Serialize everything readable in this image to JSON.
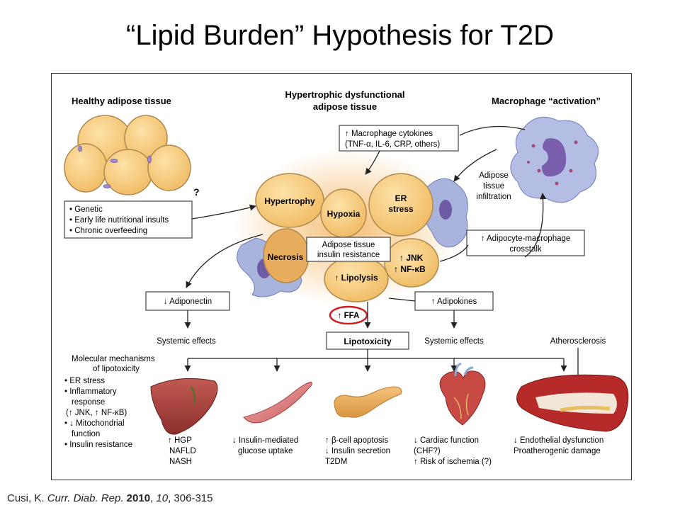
{
  "slide": {
    "title": "“Lipid Burden” Hypothesis for T2D"
  },
  "diagram": {
    "sections": {
      "healthy": "Healthy adipose tissue",
      "hyper_line1": "Hypertrophic dysfunctional",
      "hyper_line2": "adipose tissue",
      "macro": "Macrophage “activation”"
    },
    "question_mark": "?",
    "risk_factors": [
      "• Genetic",
      "• Early life nutritional insults",
      "• Chronic overfeeding"
    ],
    "macrophage_cytokines": [
      "↑ Macrophage cytokines",
      "(TNF-α, IL-6, CRP, others)"
    ],
    "infiltration": [
      "Adipose",
      "tissue",
      "infiltration"
    ],
    "crosstalk": [
      "↑ Adipocyte-macrophage",
      "crosstalk"
    ],
    "cells": {
      "hypertrophy": "Hypertrophy",
      "hypoxia": "Hypoxia",
      "er_stress": [
        "ER",
        "stress"
      ],
      "necrosis": "Necrosis",
      "insulin_resistance": [
        "Adipose tissue",
        "insulin resistance"
      ],
      "jnk": [
        "↑ JNK",
        "↑ NF-κB"
      ],
      "lipolysis": "↑ Lipolysis"
    },
    "adiponectin": "↓ Adiponectin",
    "adipokines": "↑ Adipokines",
    "ffa": "↑ FFA",
    "lipotoxicity": "Lipotoxicity",
    "systemic_left": "Systemic effects",
    "systemic_right": "Systemic effects",
    "atherosclerosis": "Atherosclerosis",
    "mechanisms": [
      "Molecular mechanisms",
      "of lipotoxicity",
      "• ER stress",
      "• Inflammatory",
      "response",
      "(↑ JNK, ↑ NF-κB)",
      "• ↓ Mitochondrial",
      "function",
      "• Insulin resistance"
    ],
    "organs": {
      "liver": [
        "↑ HGP",
        "NAFLD",
        "NASH"
      ],
      "muscle": [
        "↓ Insulin-mediated",
        "glucose uptake"
      ],
      "pancreas": [
        "↑ β-cell apoptosis",
        "↓ Insulin secretion",
        "T2DM"
      ],
      "heart": [
        "↓ Cardiac function",
        "(CHF?)",
        "↑ Risk of ischemia (?)"
      ],
      "vessel": [
        "↓ Endothelial dysfunction",
        "Proatherogenic damage"
      ]
    }
  },
  "citation": {
    "author": "Cusi, K. ",
    "journal": "Curr. Diab. Rep.",
    "year": "2010",
    "volume": "10",
    "pages": "306-315"
  },
  "colors": {
    "adipocyte_fill": "#f6c879",
    "adipocyte_edge": "#b08850",
    "macrophage_fill": "#a9b4dc",
    "ffa_ring": "#cc1f1f",
    "box_fill": "#ffffff"
  }
}
